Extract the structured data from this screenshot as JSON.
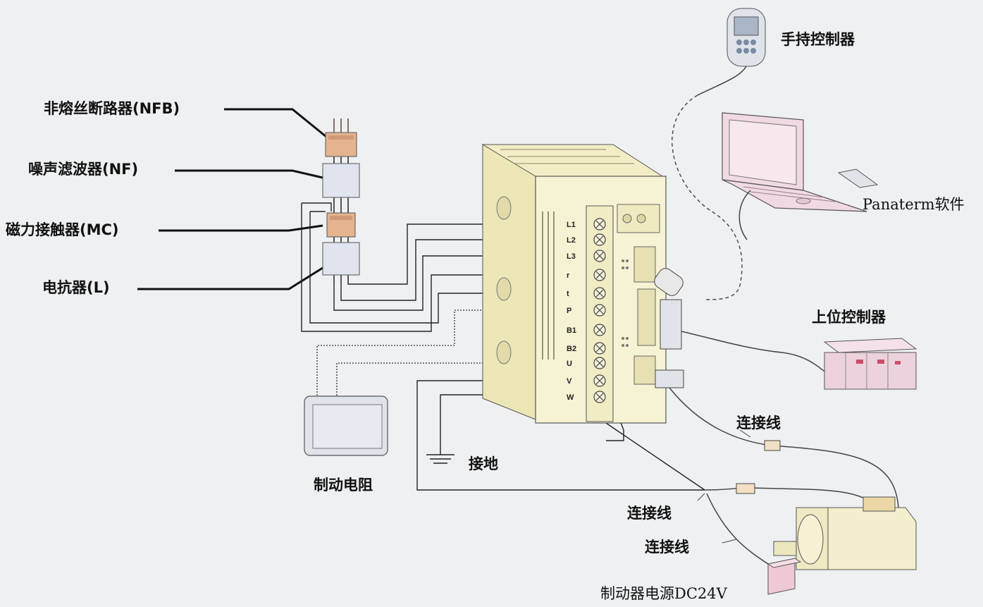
{
  "labels": {
    "nfb": "非熔丝断路器(NFB)",
    "nf": "噪声滤波器(NF)",
    "mc": "磁力接触器(MC)",
    "reactor": "电抗器(L)",
    "handheld": "手持控制器",
    "panaterm": "Panaterm软件",
    "host_controller": "上位控制器",
    "cable_encoder": "连接线",
    "cable_motor": "连接线",
    "cable_brake": "连接线",
    "brake_resistor": "制动电阻",
    "ground": "接地",
    "brake_power": "制动器电源DC24V"
  },
  "terminals": [
    "L1",
    "L2",
    "L3",
    "r",
    "t",
    "P",
    "B1",
    "B2",
    "U",
    "V",
    "W"
  ],
  "colors": {
    "background": "#eef0f2",
    "drive_body": "#f6f3d4",
    "breaker": "#e3b48f",
    "filter": "#dfe4ef",
    "laptop": "#f1d9e4",
    "plc": "#ecd2dd",
    "motor": "#f3eecd",
    "brake_box": "#efc9d6",
    "wire": "#222222"
  }
}
